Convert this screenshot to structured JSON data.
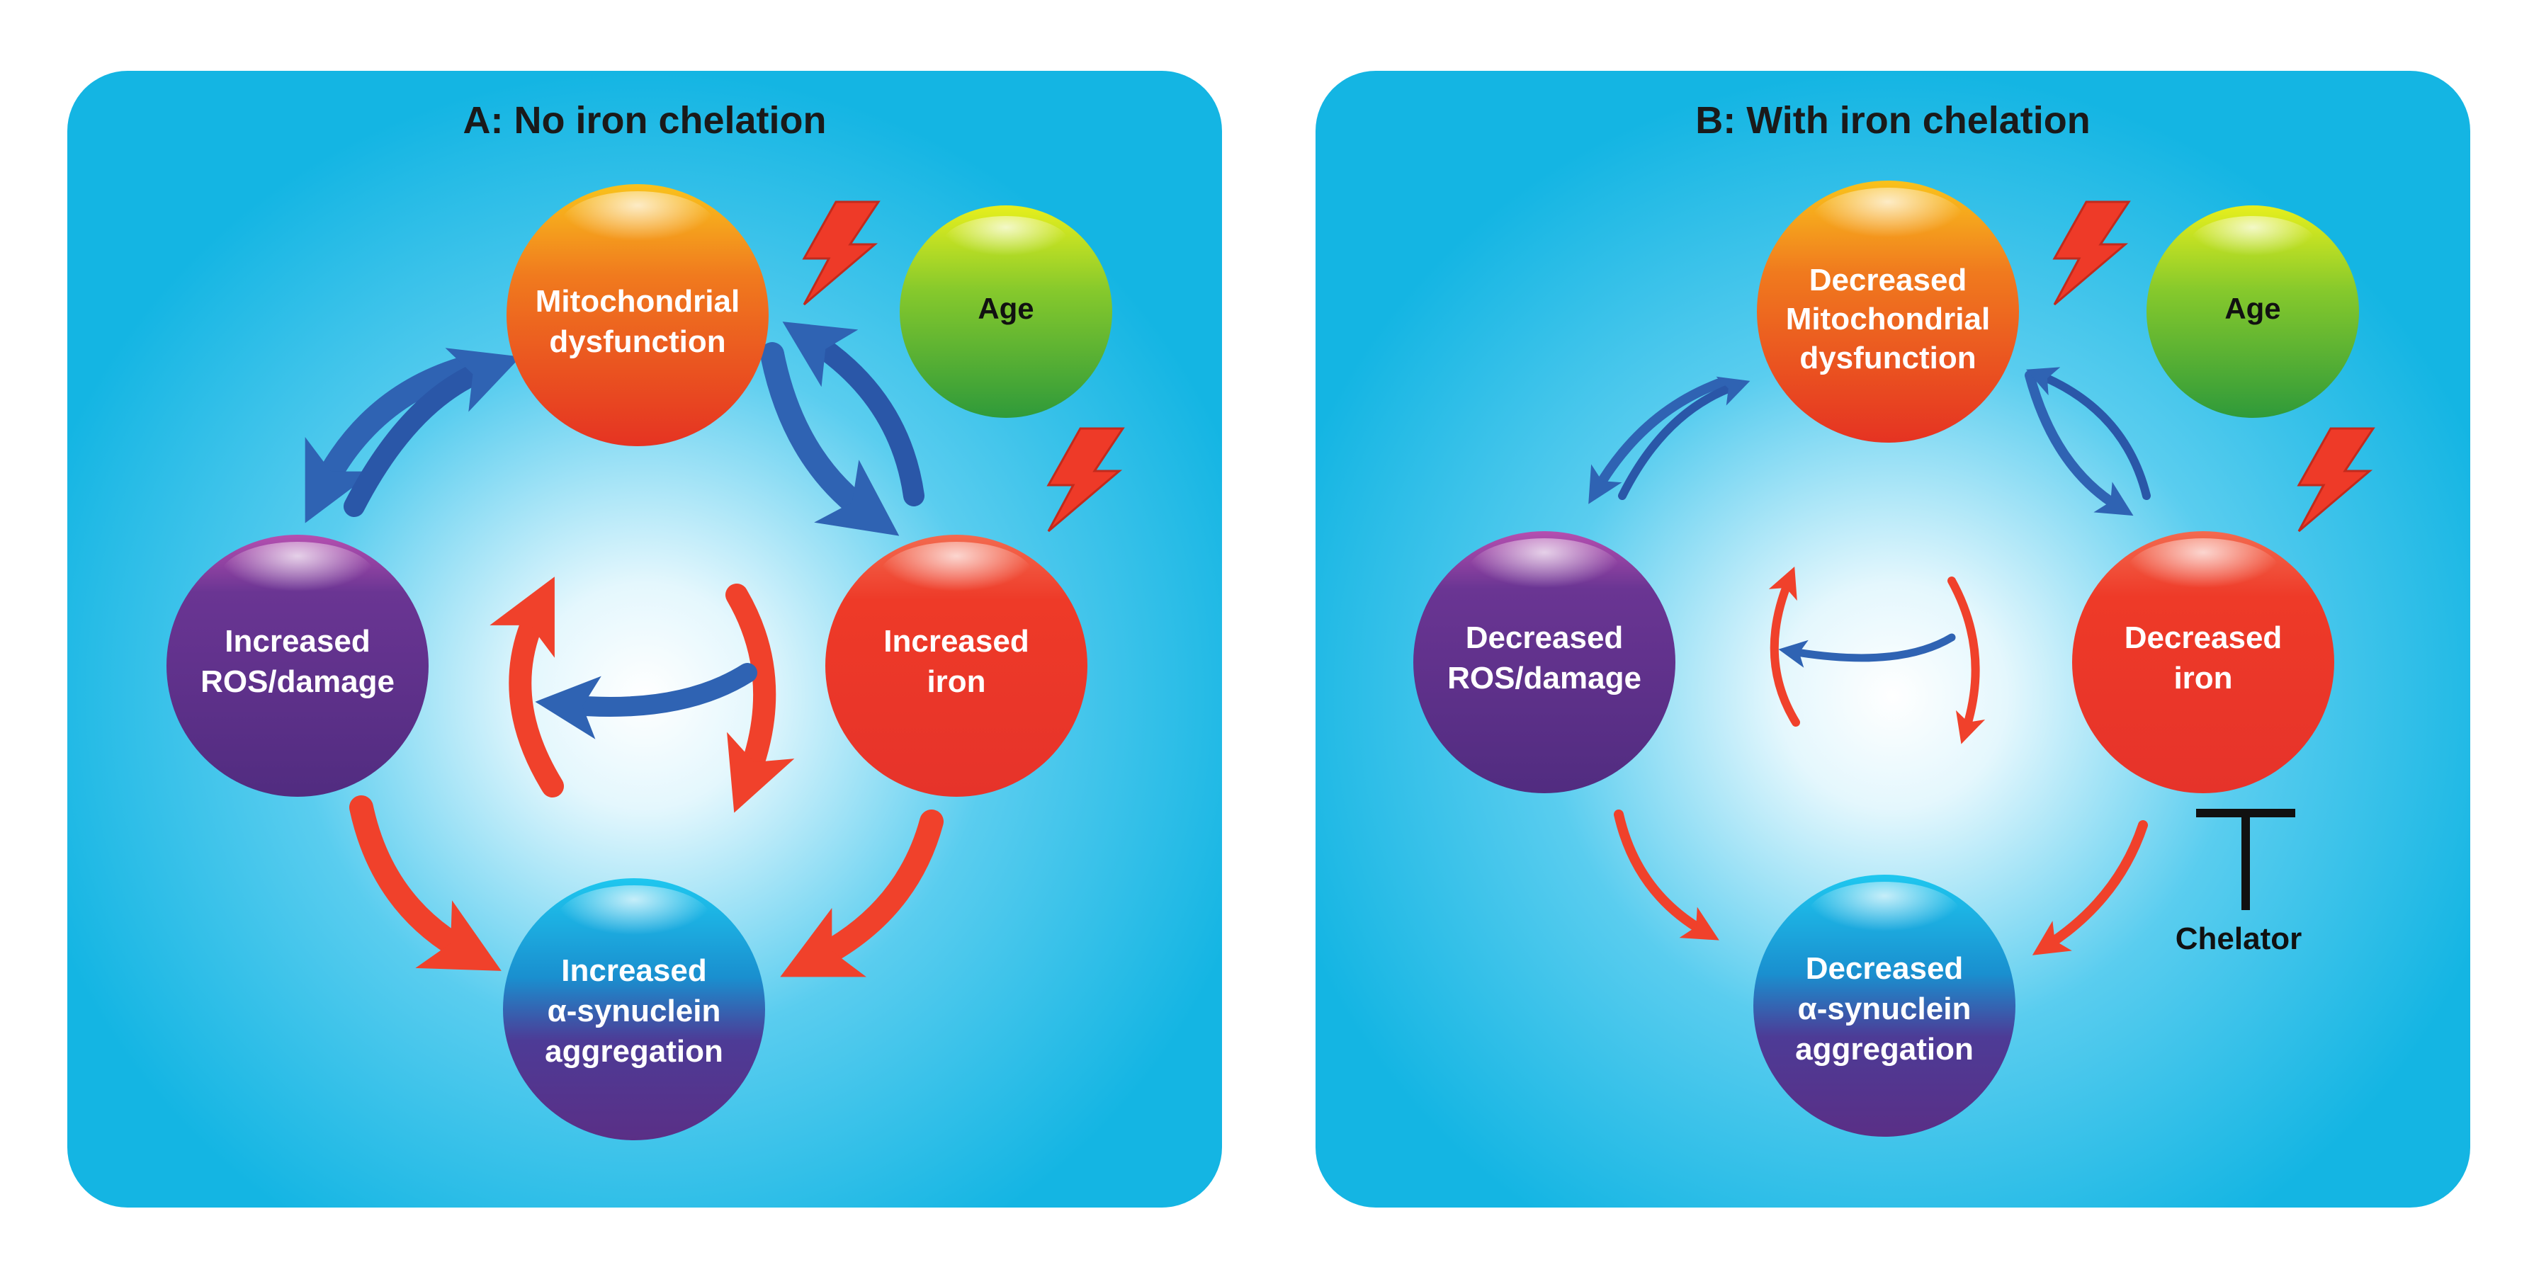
{
  "panels": {
    "a": {
      "title": "A: No iron chelation",
      "mito": [
        "Mitochondrial",
        "dysfunction"
      ],
      "age": "Age",
      "ros": [
        "Increased",
        "ROS/damage"
      ],
      "iron": [
        "Increased",
        "iron"
      ],
      "syn": [
        "Increased",
        "α-synuclein",
        "aggregation"
      ]
    },
    "b": {
      "title": "B: With iron chelation",
      "mito": [
        "Decreased",
        "Mitochondrial",
        "dysfunction"
      ],
      "age": "Age",
      "ros": [
        "Decreased",
        "ROS/damage"
      ],
      "iron": [
        "Decreased",
        "iron"
      ],
      "syn": [
        "Decreased",
        "α-synuclein",
        "aggregation"
      ],
      "chelator": "Chelator"
    }
  },
  "colors": {
    "background": "#ffffff",
    "panel": "#14b5e3",
    "panel_glow": "#ffffff",
    "mito_top": "#f7b21a",
    "mito_bottom": "#e83a23",
    "iron": "#ee3a28",
    "ros": "#5b2f86",
    "age_top": "#d9e71a",
    "age_bottom": "#3aa83a",
    "syn_top": "#1cc0ea",
    "syn_bottom": "#5b2f86",
    "blue_arrow": "#2f63b3",
    "red_arrow": "#f0412b",
    "lightning": "#ee3a28"
  },
  "icons": [
    "lightning-bolt-icon",
    "inhibition-bar-icon"
  ]
}
